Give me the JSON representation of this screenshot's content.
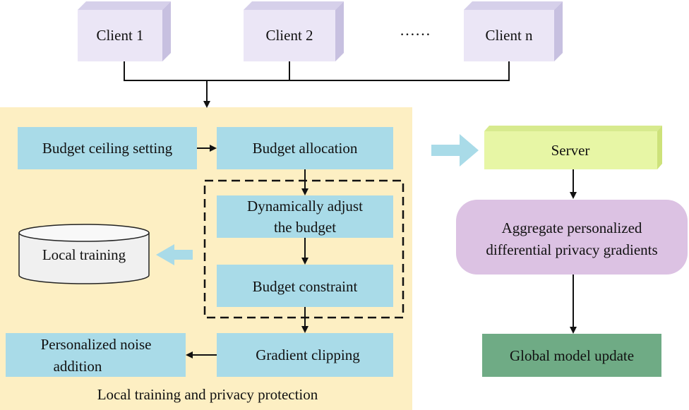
{
  "clients": [
    {
      "label": "Client 1"
    },
    {
      "label": "Client 2"
    },
    {
      "label": "Client n"
    }
  ],
  "ellipsis": "……",
  "local_panel": {
    "caption": "Local training and privacy protection",
    "budget_ceiling": "Budget ceiling setting",
    "budget_allocation": "Budget allocation",
    "dynamic_adjust": [
      "Dynamically adjust",
      "the budget"
    ],
    "budget_constraint": "Budget constraint",
    "local_training": "Local training",
    "gradient_clipping": "Gradient clipping",
    "noise_addition": [
      "Personalized noise",
      "addition"
    ]
  },
  "server_side": {
    "server": "Server",
    "aggregate": [
      "Aggregate personalized",
      "differential privacy gradients"
    ],
    "global_update": "Global model update"
  },
  "colors": {
    "client_fill": "#ebe6f6",
    "client_side": "#d6d0ea",
    "panel_fill": "#fdefc3",
    "blue_box": "#a9dbe8",
    "server_fill": "#e7f6a5",
    "server_side": "#cde27a",
    "aggregate_fill": "#dcc2e3",
    "global_fill": "#6fab85",
    "arrow_blue": "#a9dbe8"
  }
}
